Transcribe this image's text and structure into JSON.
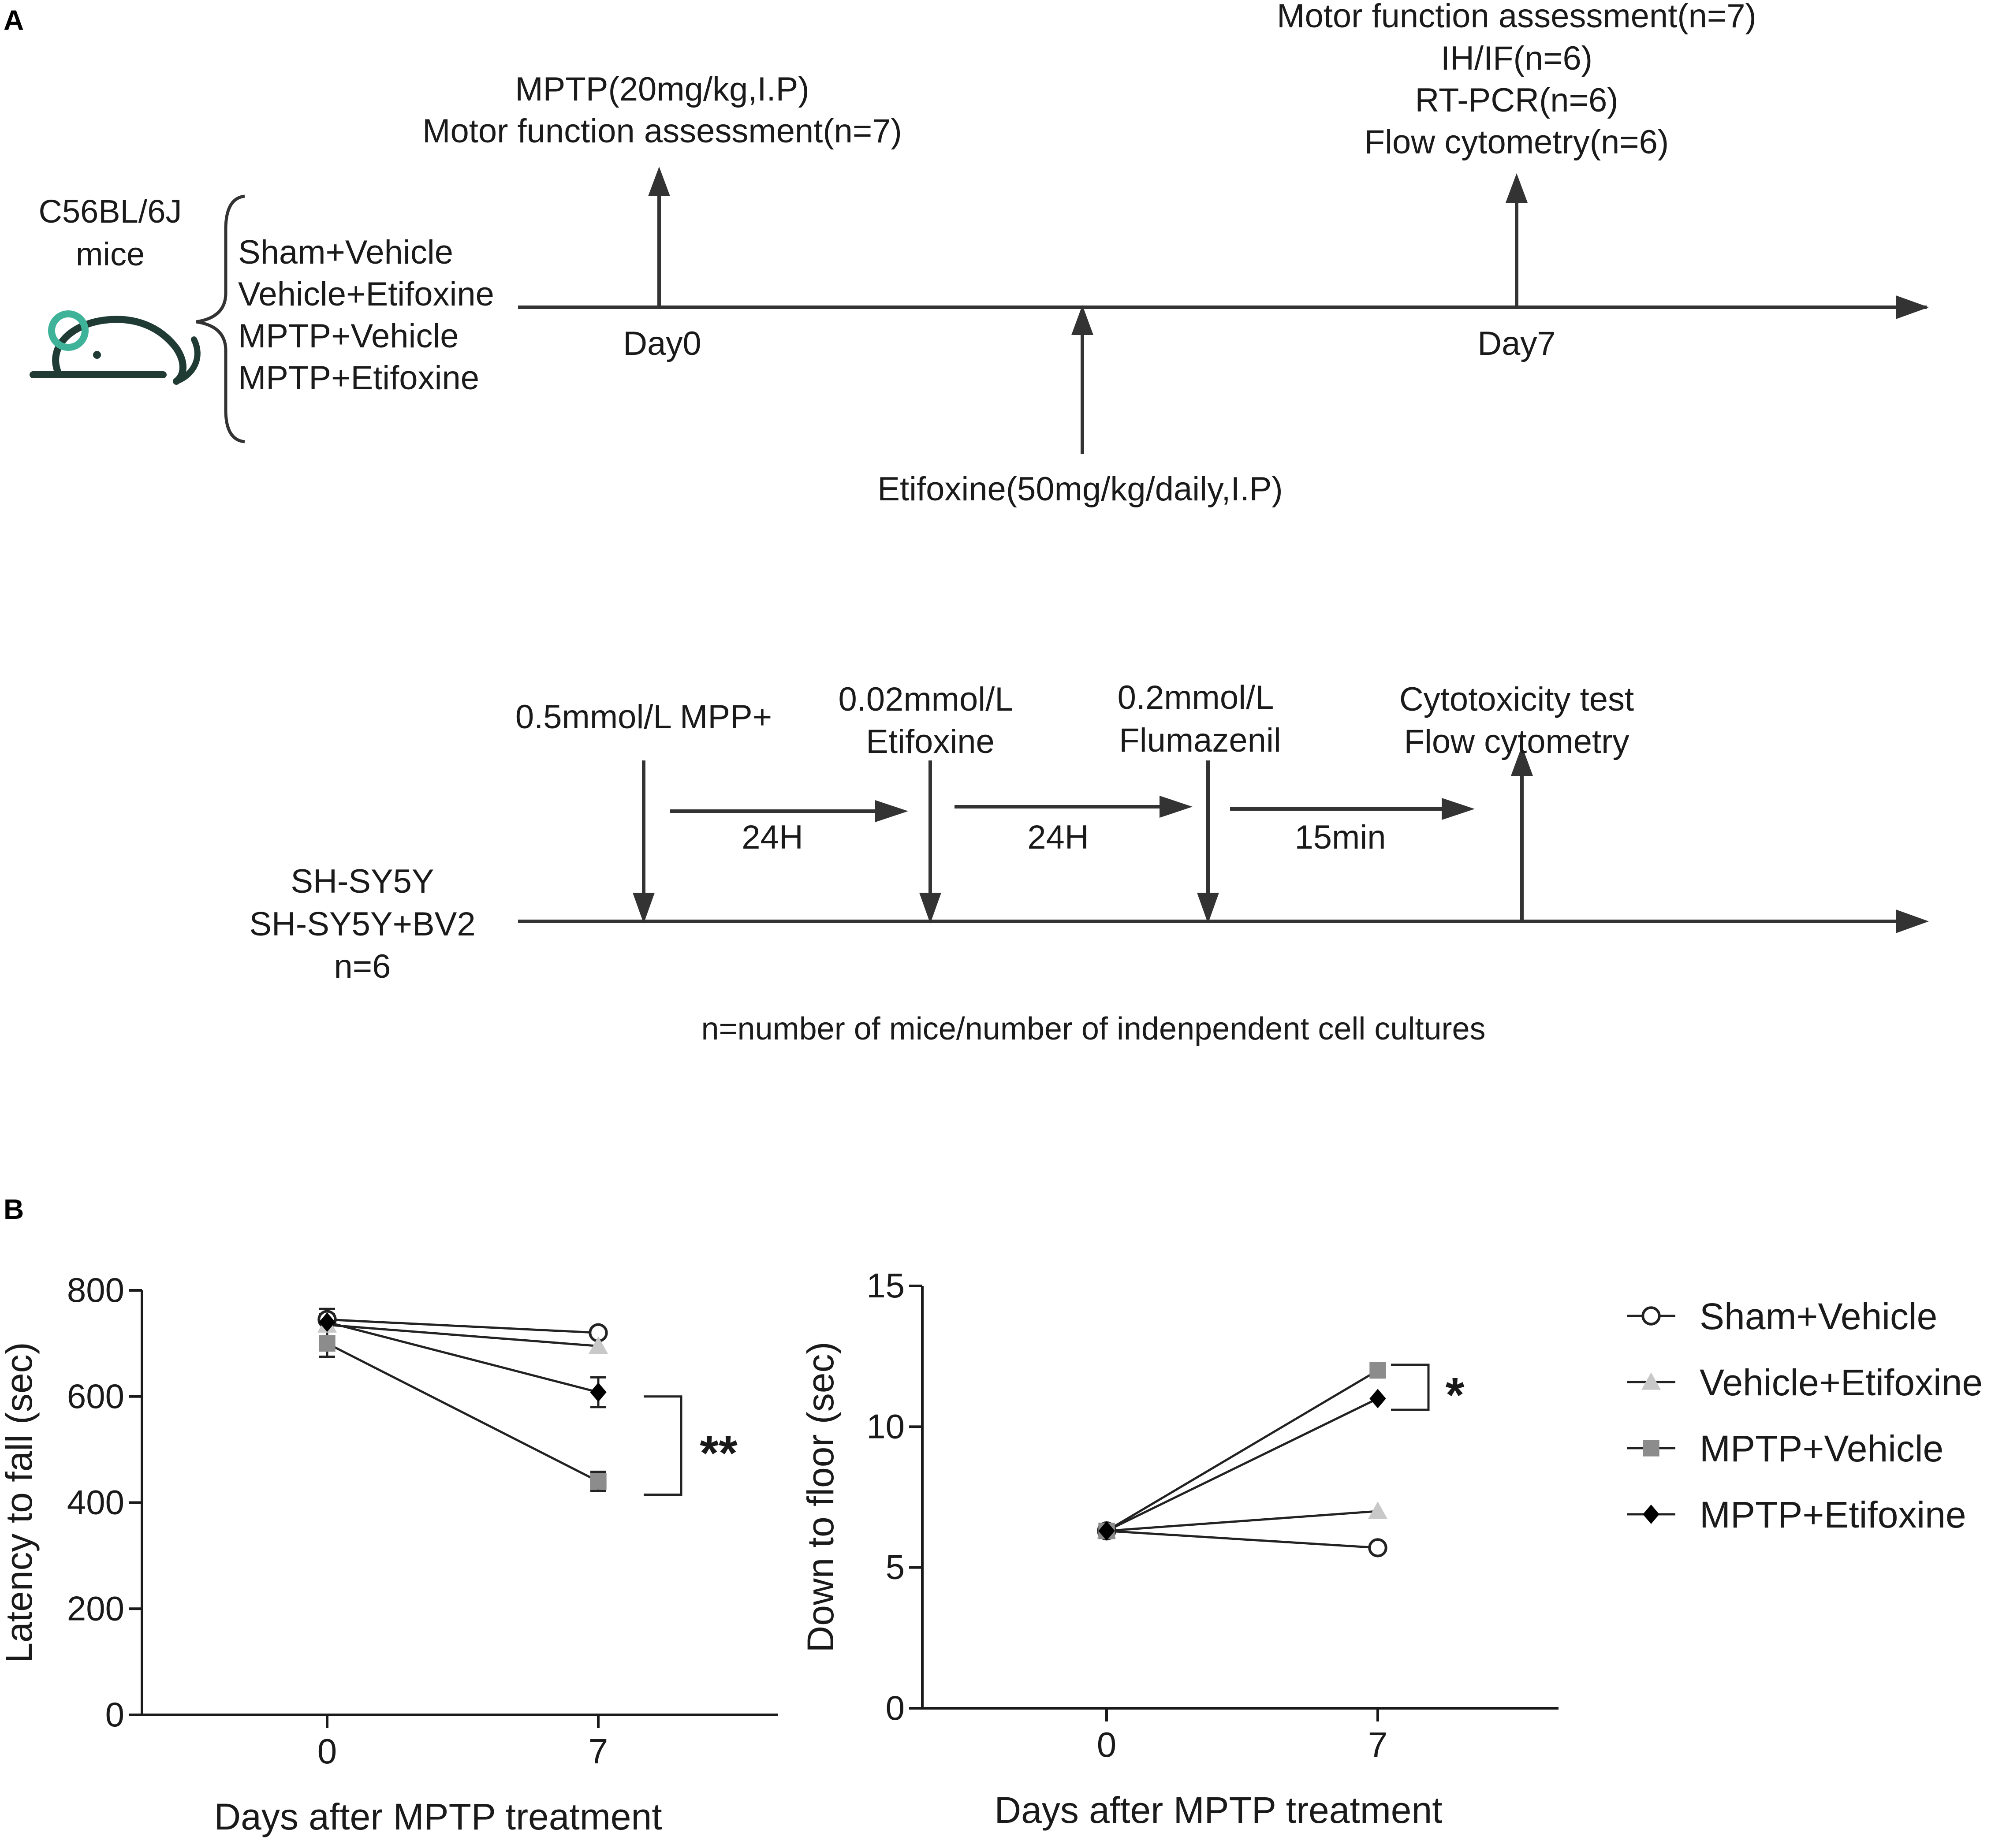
{
  "panel_labels": {
    "a": "A",
    "b": "B"
  },
  "mouse_timeline": {
    "mouse_strain": [
      "C56BL/6J",
      "mice"
    ],
    "groups": [
      "Sham+Vehicle",
      "Vehicle+Etifoxine",
      "MPTP+Vehicle",
      "MPTP+Etifoxine"
    ],
    "day0_label": "Day0",
    "day7_label": "Day7",
    "day0_events": [
      "MPTP(20mg/kg,I.P)",
      "Motor function assessment(n=7)"
    ],
    "day7_events": [
      "Motor function assessment(n=7)",
      "IH/IF(n=6)",
      "RT-PCR(n=6)",
      "Flow cytometry(n=6)"
    ],
    "treatment_event": "Etifoxine(50mg/kg/daily,I.P)",
    "icon": "mouse-icon",
    "icon_colors": {
      "body": "#1f3b34",
      "ear": "#3fb39a"
    }
  },
  "cell_timeline": {
    "cell_lines": [
      "SH-SY5Y",
      "SH-SY5Y+BV2",
      "n=6"
    ],
    "events": [
      [
        "0.5mmol/L MPP+"
      ],
      [
        "0.02mmol/L",
        "Etifoxine"
      ],
      [
        "0.2mmol/L",
        "Flumazenil"
      ],
      [
        "Cytotoxicity test",
        "Flow cytometry"
      ]
    ],
    "intervals": [
      "24H",
      "24H",
      "15min"
    ],
    "footnote": "n=number of mice/number of indenpendent cell cultures"
  },
  "legend": [
    "Sham+Vehicle",
    "Vehicle+Etifoxine",
    "MPTP+Vehicle",
    "MPTP+Etifoxine"
  ],
  "chart_data": [
    {
      "type": "line",
      "xlabel": "Days after MPTP treatment",
      "ylabel": "Latency to fall (sec)",
      "x": [
        0,
        7
      ],
      "xticks": [
        "0",
        "7"
      ],
      "yticks": [
        0,
        200,
        400,
        600,
        800
      ],
      "ylim": [
        0,
        800
      ],
      "series": [
        {
          "name": "Sham+Vehicle",
          "values": [
            745,
            720
          ],
          "errors": [
            20,
            0
          ],
          "marker": "open-circle",
          "color": "#222222"
        },
        {
          "name": "Vehicle+Etifoxine",
          "values": [
            735,
            695
          ],
          "errors": [
            0,
            0
          ],
          "marker": "triangle",
          "color": "#c8c8c8"
        },
        {
          "name": "MPTP+Vehicle",
          "values": [
            700,
            440
          ],
          "errors": [
            25,
            18
          ],
          "marker": "square",
          "color": "#8c8c8c"
        },
        {
          "name": "MPTP+Etifoxine",
          "values": [
            740,
            608
          ],
          "errors": [
            15,
            28
          ],
          "marker": "diamond",
          "color": "#000000"
        }
      ],
      "significance": {
        "label": "**",
        "between": [
          "MPTP+Etifoxine",
          "MPTP+Vehicle"
        ],
        "ytop": 600,
        "ybottom": 415
      }
    },
    {
      "type": "line",
      "xlabel": "Days after MPTP treatment",
      "ylabel": "Down to floor (sec)",
      "x": [
        0,
        7
      ],
      "xticks": [
        "0",
        "7"
      ],
      "yticks": [
        0,
        5,
        10,
        15
      ],
      "ylim": [
        0,
        15
      ],
      "series": [
        {
          "name": "Sham+Vehicle",
          "values": [
            6.3,
            5.7
          ],
          "errors": [
            0,
            0
          ],
          "marker": "open-circle",
          "color": "#222222"
        },
        {
          "name": "Vehicle+Etifoxine",
          "values": [
            6.3,
            7.0
          ],
          "errors": [
            0,
            0
          ],
          "marker": "triangle",
          "color": "#c8c8c8"
        },
        {
          "name": "MPTP+Vehicle",
          "values": [
            6.3,
            12.0
          ],
          "errors": [
            0,
            0
          ],
          "marker": "square",
          "color": "#8c8c8c"
        },
        {
          "name": "MPTP+Etifoxine",
          "values": [
            6.3,
            11.0
          ],
          "errors": [
            0,
            0
          ],
          "marker": "diamond",
          "color": "#000000"
        }
      ],
      "significance": {
        "label": "*",
        "between": [
          "MPTP+Vehicle",
          "MPTP+Etifoxine"
        ],
        "ytop": 12.2,
        "ybottom": 10.6
      }
    }
  ]
}
